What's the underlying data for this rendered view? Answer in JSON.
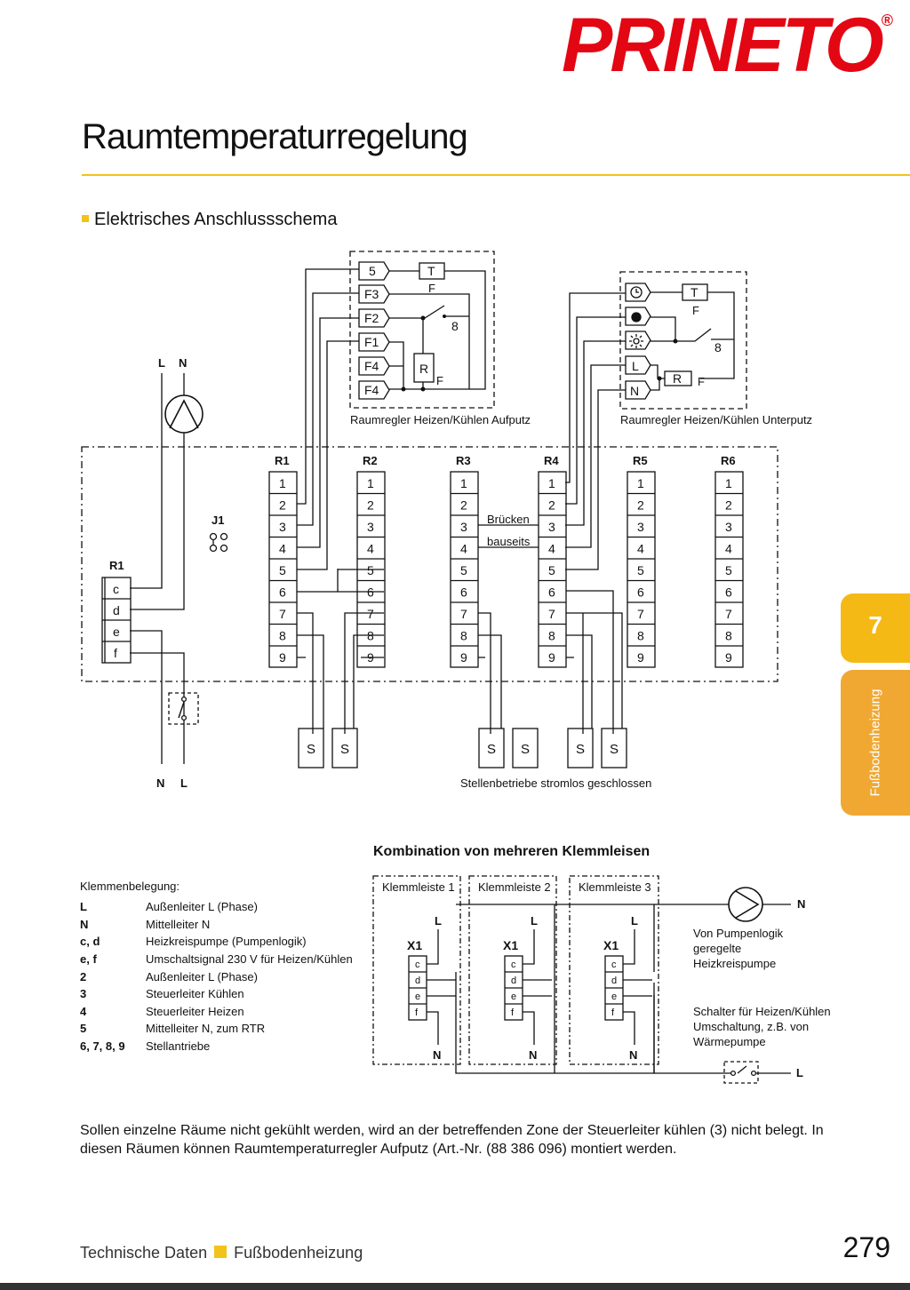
{
  "brand": "PRINETO",
  "brand_mark": "®",
  "page_title": "Raumtemperaturregelung",
  "section_heading": "Elektrisches Anschlussschema",
  "side_tab": {
    "number": "7",
    "label": "Fußbodenheizung"
  },
  "schema": {
    "aufputz_label": "Raumregler Heizen/Kühlen Aufputz",
    "aufputz_terminals": [
      "5",
      "F3",
      "F2",
      "F1",
      "F4",
      "F4"
    ],
    "unterputz_label": "Raumregler Heizen/Kühlen Unterputz",
    "unterputz_terminals": [
      "L",
      "N"
    ],
    "t_label": "T",
    "f_label": "F",
    "r_label": "R",
    "relay_label": "8",
    "pump_top_labels": [
      "L",
      "N"
    ],
    "pump_bottom_labels": [
      "N",
      "L"
    ],
    "left_block_title": "R1",
    "left_block_terminals": [
      "c",
      "d",
      "e",
      "f"
    ],
    "jumper_label": "J1",
    "zones": [
      "R1",
      "R2",
      "R3",
      "R4",
      "R5",
      "R6"
    ],
    "terminal_numbers": [
      "1",
      "2",
      "3",
      "4",
      "5",
      "6",
      "7",
      "8",
      "9"
    ],
    "bridge_labels": [
      "Brücken",
      "bauseits"
    ],
    "actuator_label": "S",
    "actuator_caption": "Stellenbetriebe stromlos geschlossen"
  },
  "combination": {
    "title": "Kombination von mehreren Klemmleisen",
    "strips": [
      "Klemmleiste 1",
      "Klemmleiste 2",
      "Klemmleiste 3"
    ],
    "x1_label": "X1",
    "x1_terminals": [
      "c",
      "d",
      "e",
      "f"
    ],
    "l_label": "L",
    "n_label": "N",
    "pump_text": [
      "Von Pumpenlogik",
      "geregelte",
      "Heizkreispumpe"
    ],
    "switch_text": [
      "Schalter für Heizen/Kühlen",
      "Umschaltung, z.B. von",
      "Wärmepumpe"
    ]
  },
  "legend": {
    "heading": "Klemmenbelegung:",
    "rows": [
      {
        "key": "L",
        "value": "Außenleiter L (Phase)"
      },
      {
        "key": "N",
        "value": "Mittelleiter N"
      },
      {
        "key": "c, d",
        "value": "Heizkreispumpe (Pumpenlogik)"
      },
      {
        "key": "e, f",
        "value": "Umschaltsignal 230 V für Heizen/Kühlen"
      },
      {
        "key": "2",
        "value": "Außenleiter L (Phase)"
      },
      {
        "key": "3",
        "value": "Steuerleiter Kühlen"
      },
      {
        "key": "4",
        "value": "Steuerleiter Heizen"
      },
      {
        "key": "5",
        "value": "Mittelleiter N, zum RTR"
      },
      {
        "key": "6, 7, 8, 9",
        "value": "Stellantriebe"
      }
    ]
  },
  "note": "Sollen einzelne Räume nicht gekühlt werden, wird an der betreffenden Zone der Steuerleiter kühlen (3) nicht belegt. In diesen Räumen können Raumtemperaturregler Aufputz (Art.-Nr. (88 386 096) montiert werden.",
  "footer": {
    "left": "Technische Daten",
    "right": "Fußbodenheizung",
    "page_number": "279"
  }
}
